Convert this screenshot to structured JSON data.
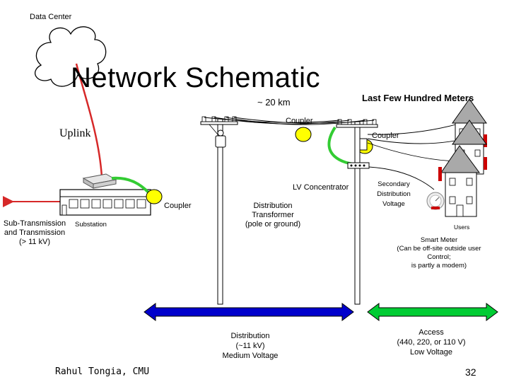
{
  "labels": {
    "data_center": "Data Center",
    "title": "Network Schematic",
    "distance": "~ 20 km",
    "last_few": "Last Few Hundred Meters",
    "coupler_top": "Coupler",
    "uplink": "Uplink",
    "coupler_right": "Coupler",
    "lv_concentrator": "LV Concentrator",
    "secondary": [
      "Secondary",
      "Distribution",
      "Voltage"
    ],
    "coupler_left": "Coupler",
    "distribution_transformer": [
      "Distribution",
      "Transformer",
      "(pole or ground)"
    ],
    "sub_transmission": [
      "Sub-Transmission",
      "and Transmission",
      "(> 11 kV)"
    ],
    "substation": "Substation",
    "users": "Users",
    "smart_meter": [
      "Smart Meter",
      "(Can be off-site outside user",
      "Control;",
      "is partly a modem)"
    ],
    "distribution_range": [
      "Distribution",
      "(~11 kV)",
      "Medium Voltage"
    ],
    "access_range": [
      "Access",
      "(440, 220, or 110 V)",
      "Low Voltage"
    ],
    "author": "Rahul Tongia, CMU",
    "page_number": "32"
  },
  "colors": {
    "fiber": "#d62828",
    "coupling": "#33cc33",
    "coupler_fill": "#ffff00",
    "distribution_arrow": "#0000cc",
    "access_arrow": "#00cc33",
    "house_roof": "#a9a9a9",
    "house_door": "#cc0000"
  }
}
